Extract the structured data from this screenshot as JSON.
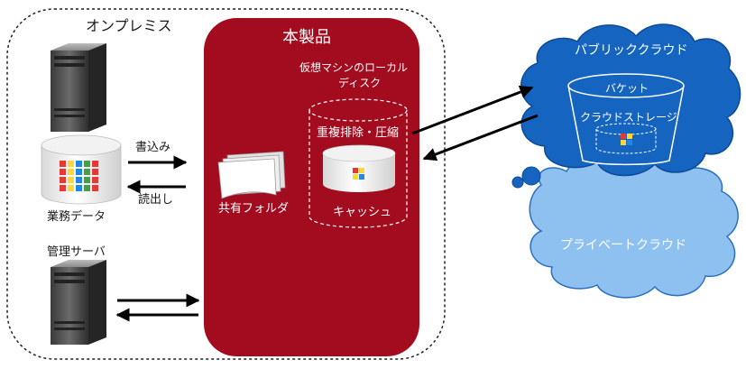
{
  "onprem": {
    "title": "オンプレミス",
    "business_data_label": "業務データ",
    "mgmt_server_label": "管理サーバ",
    "write_label": "書込み",
    "read_label": "読出し"
  },
  "product": {
    "title": "本製品",
    "local_disk_label_line1": "仮想マシンのローカル",
    "local_disk_label_line2": "ディスク",
    "dedup_label": "重複排除・圧縮",
    "cache_label": "キャッシュ",
    "shared_folder_label": "共有フォルダ",
    "fill_color": "#a30b1f"
  },
  "public_cloud": {
    "title": "パブリッククラウド",
    "bucket_label": "バケット",
    "storage_label": "クラウドストレージ",
    "fill_color": "#1565c0"
  },
  "private_cloud": {
    "title": "プライベートクラウド",
    "fill_color": "#8ec0f0"
  },
  "tile_colors": [
    "#e53935",
    "#43a047",
    "#1e88e5",
    "#fdd835"
  ]
}
